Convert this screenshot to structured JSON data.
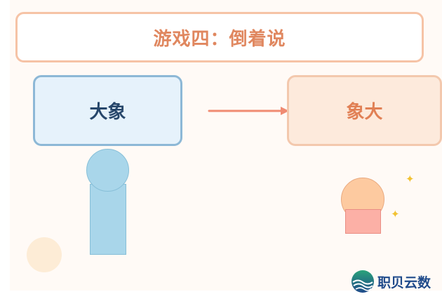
{
  "title": "游戏四：倒着说",
  "left_card": {
    "label": "大象"
  },
  "right_card": {
    "label": "象大"
  },
  "brand": {
    "name": "职贝云数"
  },
  "colors": {
    "title_border": "#f6c3a6",
    "title_text": "#e0875f",
    "left_card_border": "#8db8d6",
    "left_card_fill": "#e6f2fb",
    "left_card_text": "#27476b",
    "right_card_border": "#f3c8ad",
    "right_card_fill": "#fdeadc",
    "right_card_text": "#e18055",
    "arrow": "#f08b72",
    "figure_blue": "#a9d6ea",
    "figure_orange_head": "#fdcaa0",
    "figure_pink_body": "#fcb0a6",
    "stars": "#f2c232"
  },
  "icons": [
    "arrow-right-icon",
    "sparkle-icon",
    "brand-logo-icon"
  ]
}
